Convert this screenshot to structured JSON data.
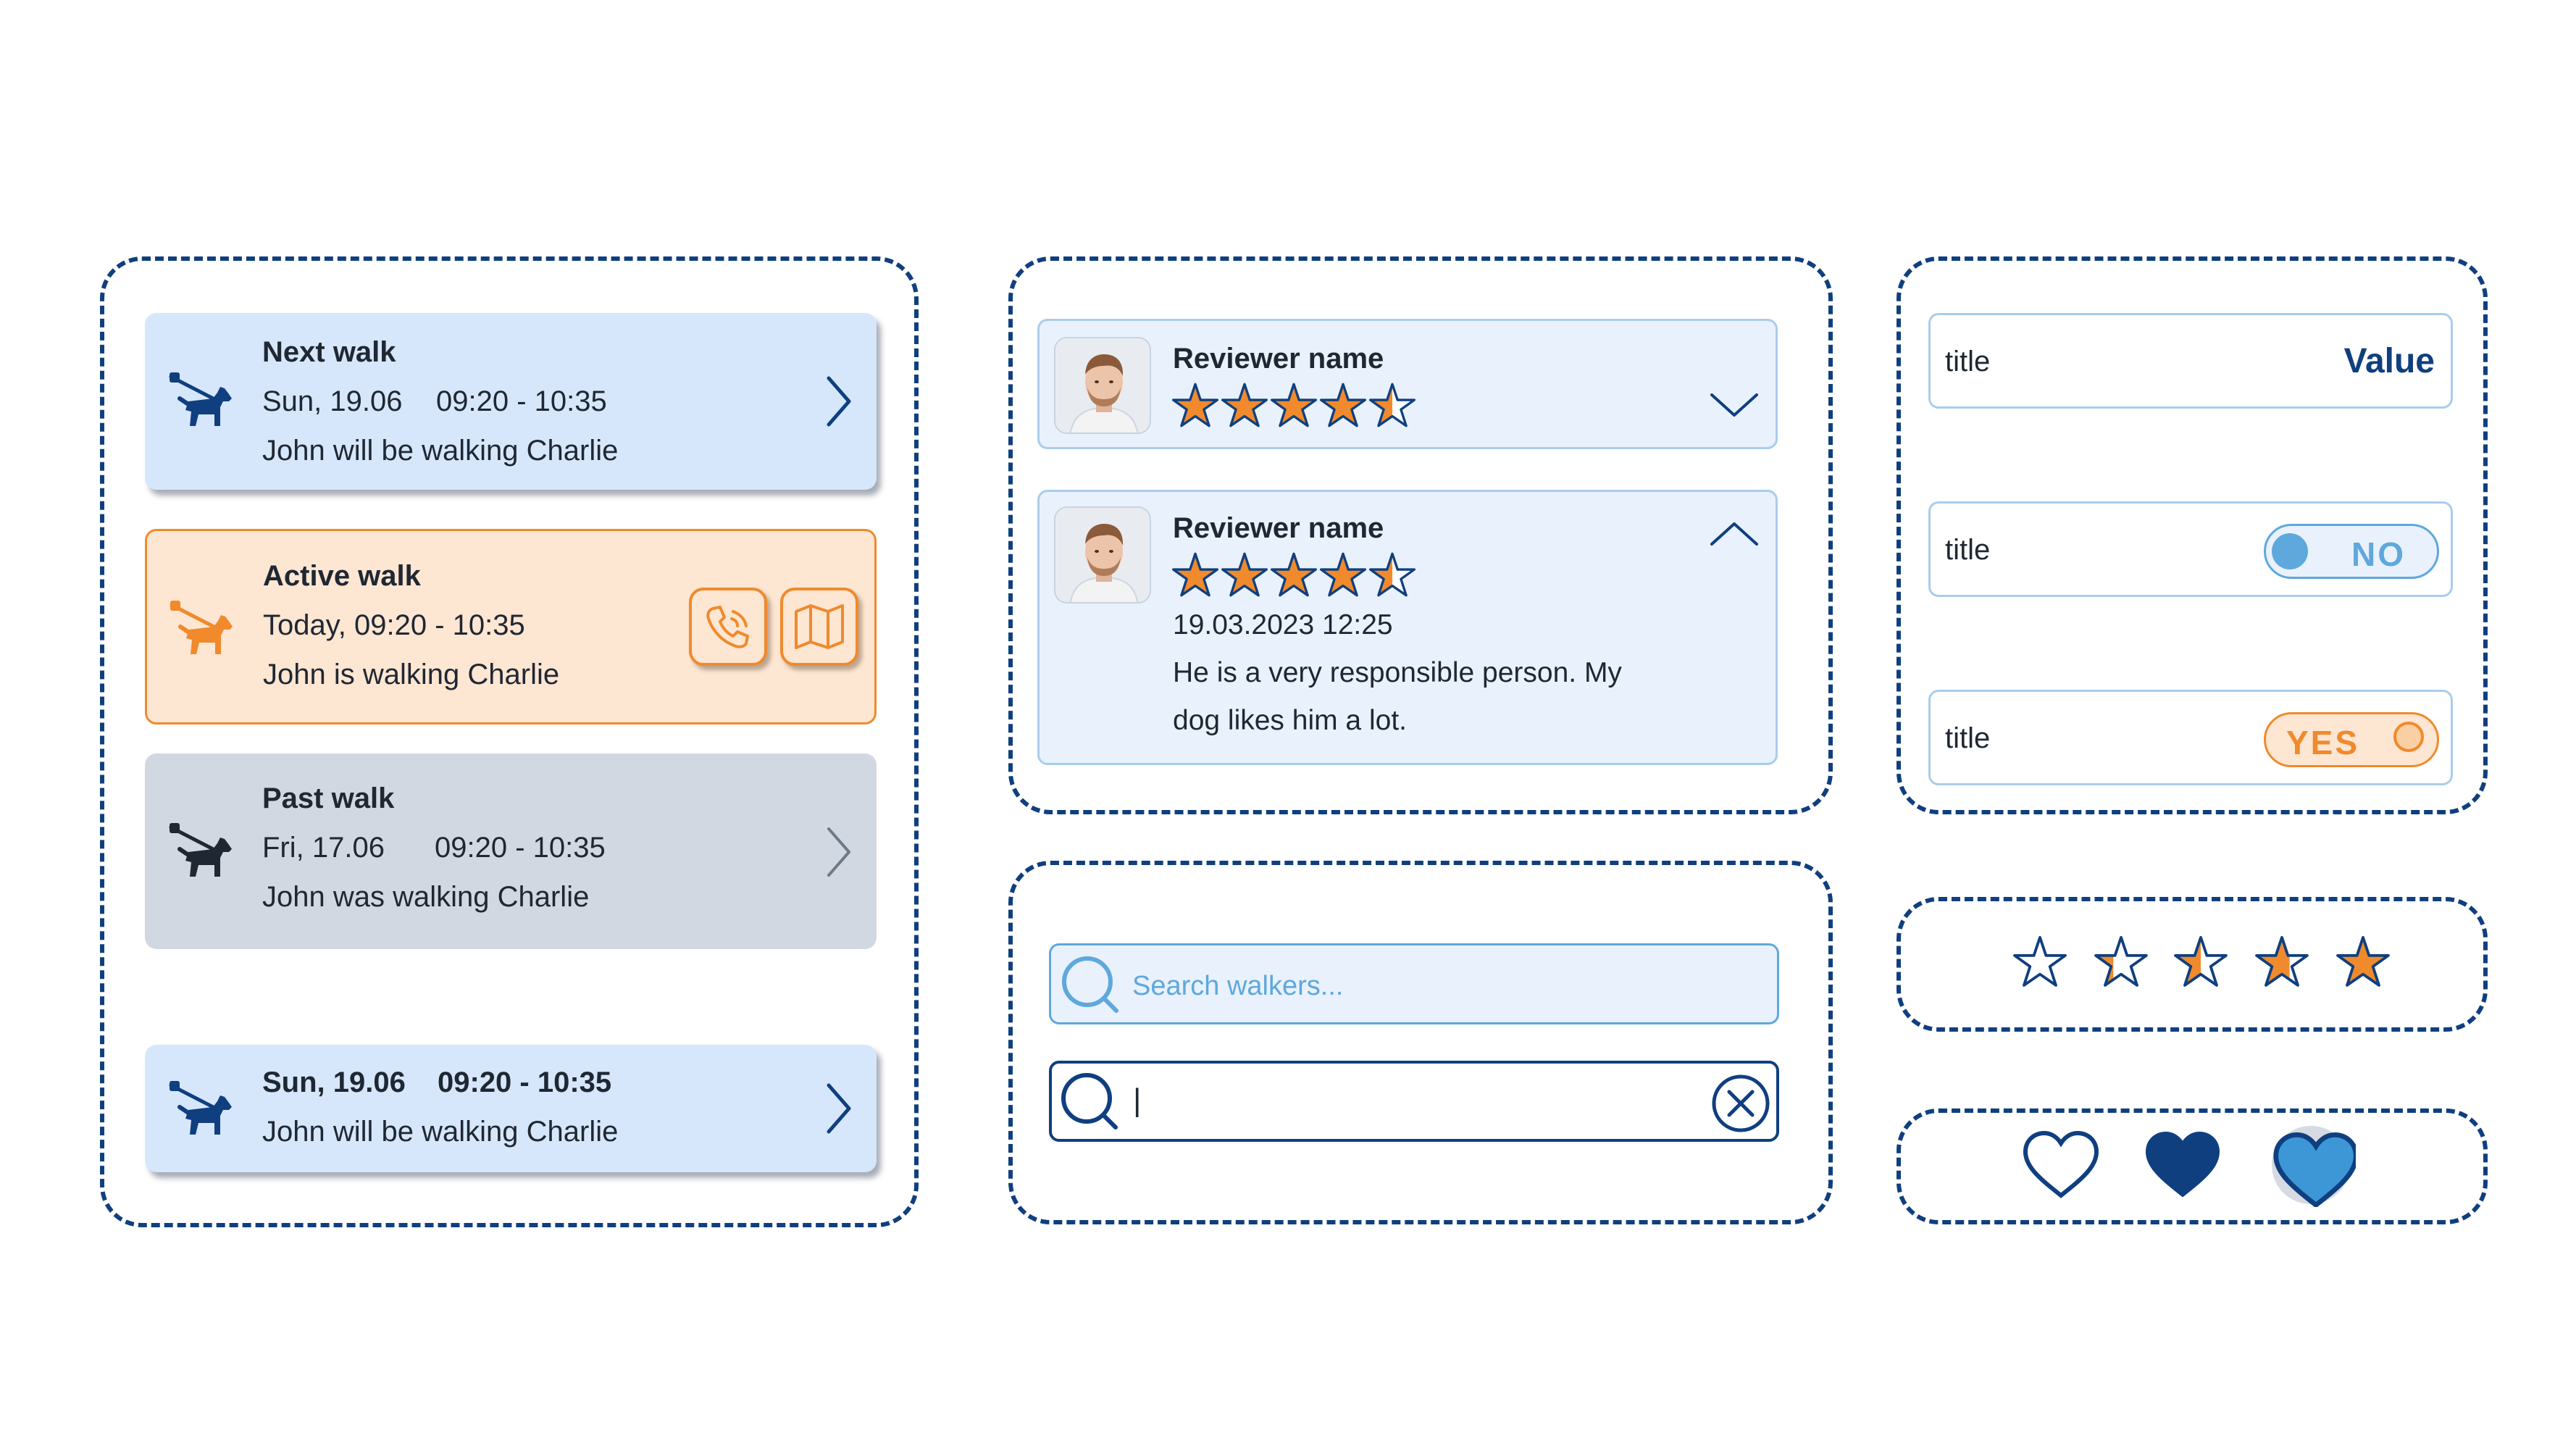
{
  "walks": {
    "next": {
      "title": "Next walk",
      "date": "Sun, 19.06",
      "time": "09:20 - 10:35",
      "desc": "John will be walking Charlie"
    },
    "active": {
      "title": "Active walk",
      "date": "Today, 09:20 - 10:35",
      "desc": "John is walking Charlie"
    },
    "past": {
      "title": "Past walk",
      "date": "Fri, 17.06",
      "time": "09:20 - 10:35",
      "desc": "John was walking Charlie"
    },
    "compact": {
      "date": "Sun, 19.06",
      "time": "09:20 - 10:35",
      "desc": "John will be walking Charlie"
    }
  },
  "reviews": [
    {
      "name": "Reviewer name",
      "rating": 4.5,
      "collapsed": true
    },
    {
      "name": "Reviewer name",
      "rating": 4.5,
      "collapsed": false,
      "datetime": "19.03.2023 12:25",
      "text_line1": "He is a very responsible person. My",
      "text_line2": "dog likes him a lot."
    }
  ],
  "search": {
    "placeholder": "Search walkers...",
    "value": "|"
  },
  "settings": [
    {
      "title": "title",
      "value": "Value"
    },
    {
      "title": "title",
      "toggle": "NO"
    },
    {
      "title": "title",
      "toggle": "YES"
    }
  ],
  "rating_states": [
    0,
    0.25,
    0.5,
    0.75,
    1
  ],
  "heart_states": [
    "outline-heart-icon",
    "filled-heart-icon",
    "hovered-heart-icon"
  ],
  "colors": {
    "primary": "#0f3f7f",
    "accent": "#f08a2c",
    "light_blue": "#d6e7fb",
    "light_orange": "#fde6d2",
    "gray": "#d2d8e1",
    "sky": "#5ea8dc"
  }
}
